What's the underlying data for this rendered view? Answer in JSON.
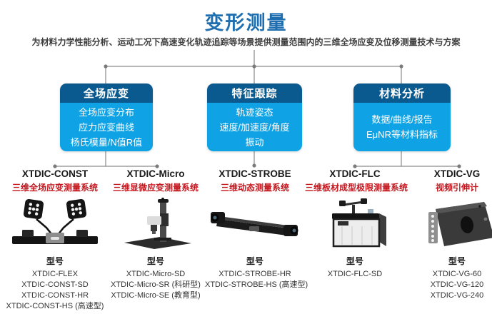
{
  "page": {
    "title": "变形测量",
    "subtitle": "为材料力学性能分析、运动工况下高速变化轨迹追踪等场景提供测量范围内的三维全场应变及位移测量技术与方案"
  },
  "colors": {
    "title_blue": "#1f6eb0",
    "category_header_blue": "#0b5a8f",
    "category_body_blue": "#0fa3e6",
    "product_subtitle_red": "#c4161d",
    "connector_gray": "#8a8a8a"
  },
  "categories": [
    {
      "title": "全场应变",
      "items": [
        "全场应变分布",
        "应力应变曲线",
        "杨氏模量/N值R值"
      ]
    },
    {
      "title": "特征跟踪",
      "items": [
        "轨迹姿态",
        "速度/加速度/角度",
        "振动"
      ]
    },
    {
      "title": "材料分析",
      "items": [
        "数据/曲线/报告",
        "EμNR等材料指标"
      ]
    }
  ],
  "products": [
    {
      "name": "XTDIC-CONST",
      "subtitle": "三维全场应变测量系统",
      "icon": "dual-light-camera-rig",
      "model_label": "型号",
      "models": [
        "XTDIC-FLEX",
        "XTDIC-CONST-SD",
        "XTDIC-CONST-HR",
        "XTDIC-CONST-HS (高速型)"
      ]
    },
    {
      "name": "XTDIC-Micro",
      "subtitle": "三维显微应变测量系统",
      "icon": "microscope-stand",
      "model_label": "型号",
      "models": [
        "XTDIC-Micro-SD",
        "XTDIC-Micro-SR (科研型)",
        "XTDIC-Micro-SE (教育型)"
      ]
    },
    {
      "name": "XTDIC-STROBE",
      "subtitle": "三维动态测量系统",
      "icon": "stereo-camera-bar",
      "model_label": "型号",
      "models": [
        "XTDIC-STROBE-HR",
        "XTDIC-STROBE-HS (高速型)"
      ]
    },
    {
      "name": "XTDIC-FLC",
      "subtitle": "三维板材成型极限测量系统",
      "icon": "forming-limit-test-machine",
      "model_label": "型号",
      "models": [
        "XTDIC-FLC-SD"
      ]
    },
    {
      "name": "XTDIC-VG",
      "subtitle": "视频引伸计",
      "icon": "video-extensometer",
      "model_label": "型号",
      "models": [
        "XTDIC-VG-60",
        "XTDIC-VG-120",
        "XTDIC-VG-240"
      ]
    }
  ]
}
